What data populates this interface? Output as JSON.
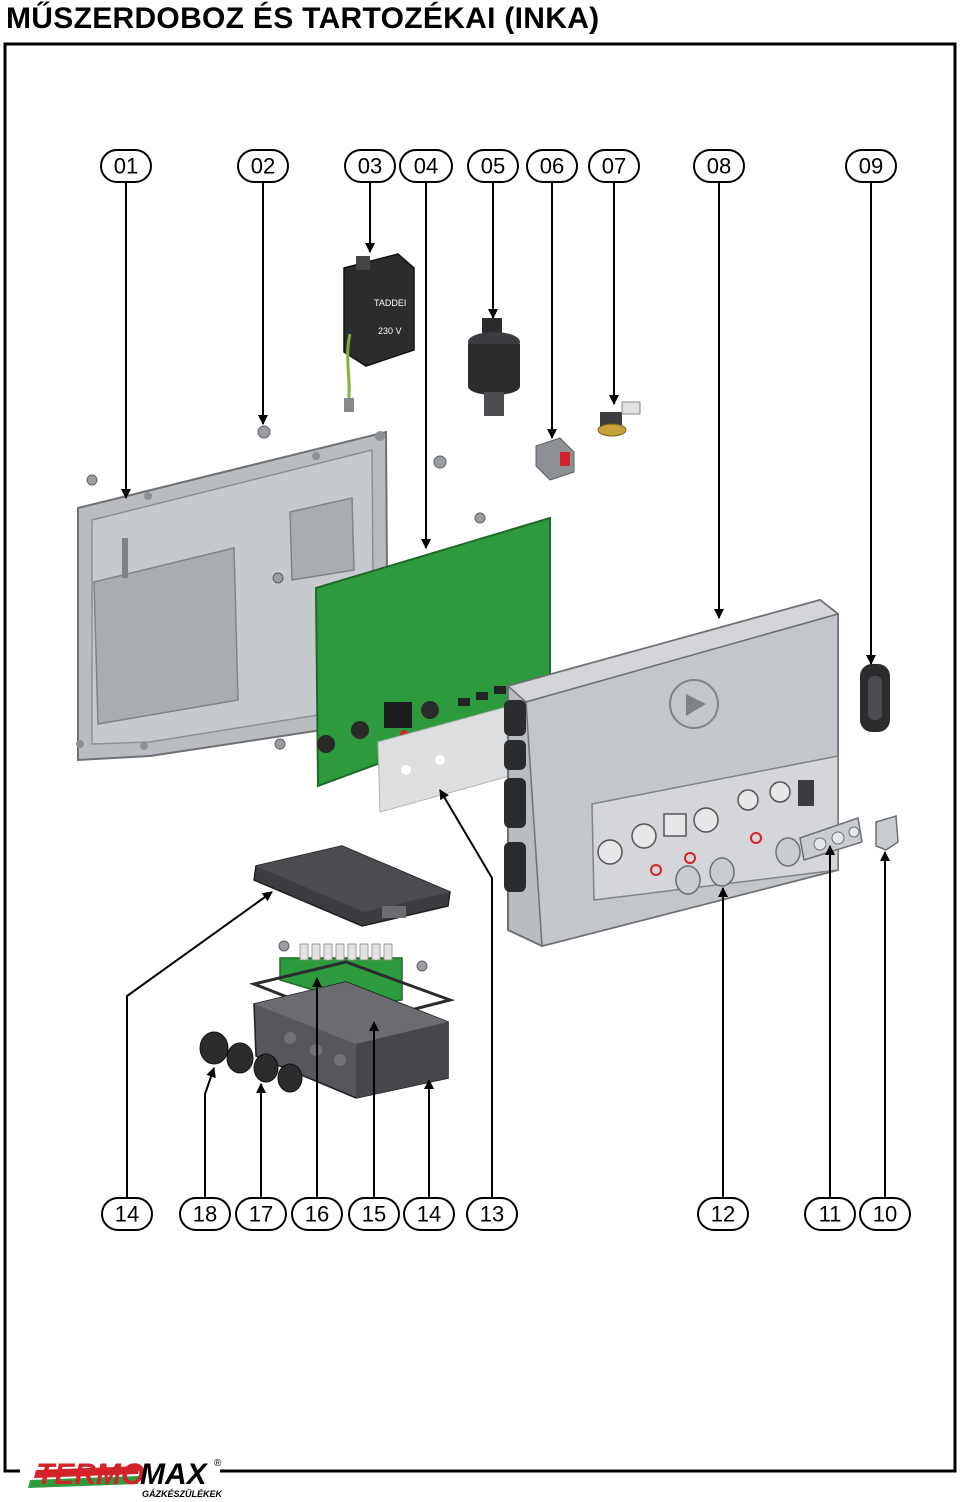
{
  "title": "MŰSZERDOBOZ ÉS TARTOZÉKAI (INKA)",
  "top_labels": [
    "01",
    "02",
    "03",
    "04",
    "05",
    "06",
    "07",
    "08",
    "09"
  ],
  "bottom_labels": [
    "14",
    "18",
    "17",
    "16",
    "15",
    "14",
    "13",
    "12",
    "11",
    "10"
  ],
  "part_texts": {
    "relay_brand": "TADDEI",
    "relay_voltage": "230 V"
  },
  "brand": {
    "name_part1": "TERMO",
    "name_part2": "MAX",
    "tagline": "GÁZKÉSZÜLÉKEK",
    "registered": "®"
  },
  "colors": {
    "pcb_green": "#2e9a3e",
    "red_accent": "#d2232a",
    "grey_metal": "#b9bcc0",
    "dark_plastic": "#3b3d40"
  }
}
